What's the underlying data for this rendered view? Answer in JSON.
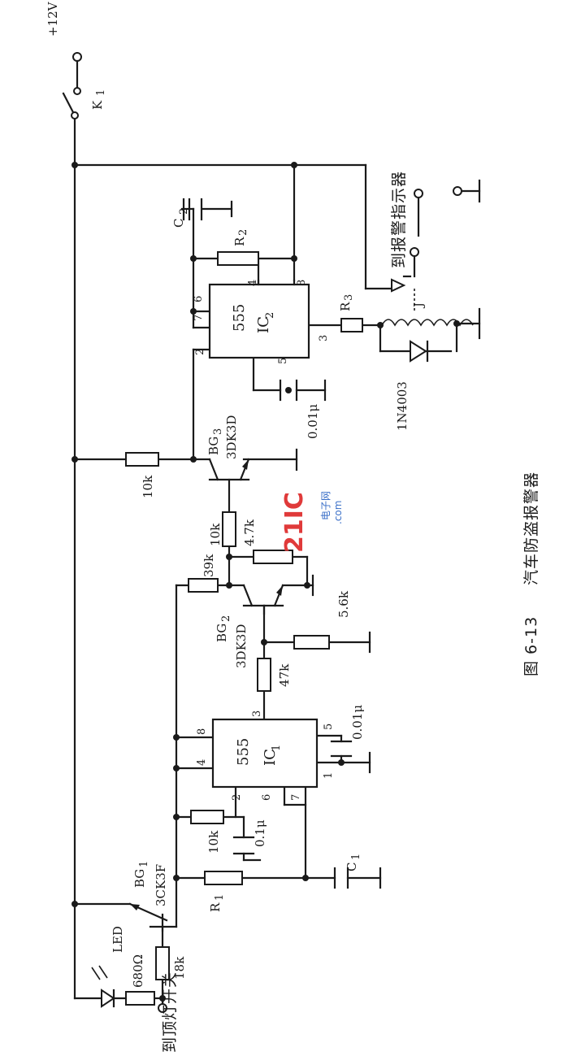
{
  "caption": {
    "figure_number": "图 6-13",
    "title": "汽车防盗报警器"
  },
  "watermark": {
    "logo": "21IC",
    "site": "电子网",
    "domain": ".com"
  },
  "power": {
    "supply": "+12V",
    "switch": "K",
    "switch_sub": "1"
  },
  "ic1": {
    "chip": "555",
    "name": "IC",
    "sub": "1",
    "pins": {
      "p1": "1",
      "p2": "2",
      "p3": "3",
      "p4": "4",
      "p5": "5",
      "p6": "6",
      "p7": "7",
      "p8": "8"
    }
  },
  "ic2": {
    "chip": "555",
    "name": "IC",
    "sub": "2",
    "pins": {
      "p2": "2",
      "p3": "3",
      "p4": "4",
      "p5": "5",
      "p6": "6",
      "p7": "7",
      "p8": "8"
    }
  },
  "transistors": {
    "bg1": {
      "name": "BG",
      "sub": "1",
      "model": "3CK3F"
    },
    "bg2": {
      "name": "BG",
      "sub": "2",
      "model": "3DK3D"
    },
    "bg3": {
      "name": "BG",
      "sub": "3",
      "model": "3DK3D"
    }
  },
  "resistors": {
    "r1": {
      "name": "R",
      "sub": "1"
    },
    "r2": {
      "name": "R",
      "sub": "2"
    },
    "r3": {
      "name": "R",
      "sub": "3"
    },
    "r_led": "680Ω",
    "r_base1": "18k",
    "r_timing1": "10k",
    "r_pull": "39k",
    "r_base3": "10k",
    "r_be2": "4.7k",
    "r_out1": "47k",
    "r_bias2": "5.6k",
    "r_bias3": "10k"
  },
  "capacitors": {
    "c1": {
      "name": "C",
      "sub": "1"
    },
    "c2": {
      "name": "C",
      "sub": "2"
    },
    "c_timing1": "0.1μ",
    "c_ctrl1": "0.01μ",
    "c_ctrl2": "0.01μ"
  },
  "diode": "1N4003",
  "relay": "J",
  "led": "LED",
  "alarm_label": "到报警指示器",
  "door_switch_label": "到顶灯开关"
}
